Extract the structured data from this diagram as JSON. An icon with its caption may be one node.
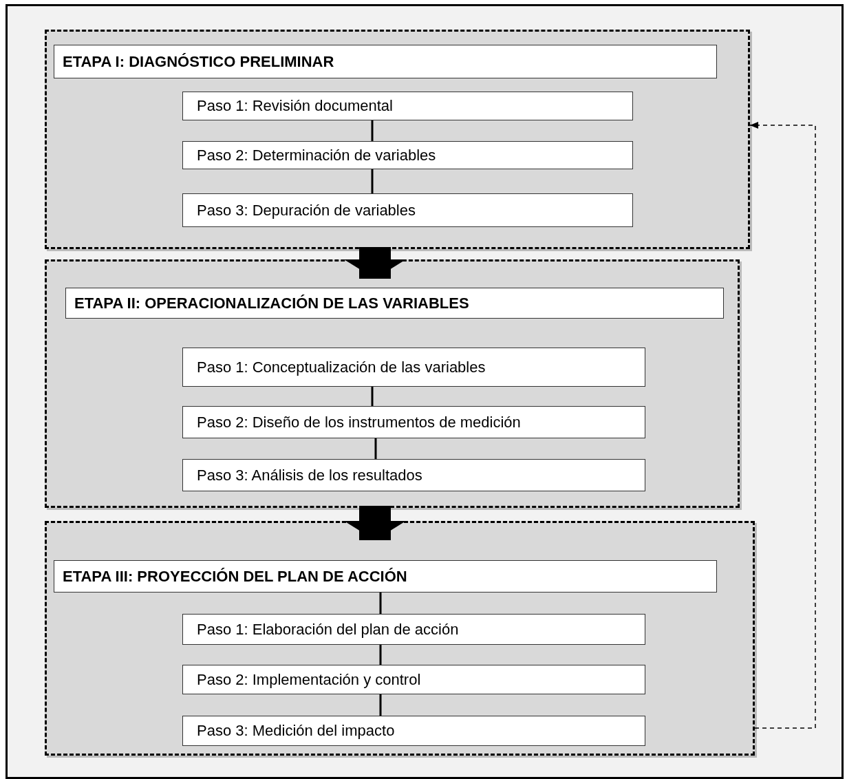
{
  "diagram": {
    "nodes": [
      {
        "text": [],
        "shape": "box"
      },
      {
        "text": [
          "ETAPA I: DIAGNÓSTICO PRELIMINAR"
        ],
        "in": 0
      },
      {
        "text": [
          "Paso 1: Revisión documental"
        ],
        "in": 0
      },
      {
        "text": [
          "Paso 2: Determinación de variables"
        ],
        "in": 0
      },
      {
        "text": [
          "Paso 3: Depuración de variables"
        ],
        "in": 0
      },
      {
        "text": [],
        "shape": "box"
      },
      {
        "text": [
          "ETAPA II: OPERACIONALIZACIÓN DE LAS VARIABLES"
        ],
        "in": 5
      },
      {
        "text": [
          "Paso 1: Conceptualización de las variables"
        ],
        "in": 5
      },
      {
        "text": [
          "Paso 2: Diseño de los instrumentos de medición"
        ],
        "in": 5
      },
      {
        "text": [
          "Paso 3: Análisis de los resultados"
        ],
        "in": 5
      },
      {
        "text": [],
        "shape": "box"
      },
      {
        "text": [
          "ETAPA III: PROYECCIÓN DEL PLAN DE ACCIÓN"
        ],
        "in": 10
      },
      {
        "text": [
          "Paso 1: Elaboración del plan de acción"
        ],
        "in": 10
      },
      {
        "text": [
          "Paso 2: Implementación y control"
        ],
        "in": 10
      },
      {
        "text": [
          "Paso 3: Medición del impacto"
        ],
        "in": 10
      }
    ],
    "edges": [
      {
        "from": 2,
        "to": 3,
        "arrow": "none"
      },
      {
        "from": 3,
        "to": 4,
        "arrow": "none"
      },
      {
        "from": 0,
        "to": 5,
        "arrow": "to",
        "style": "thick"
      },
      {
        "from": 7,
        "to": 8,
        "arrow": "none"
      },
      {
        "from": 8,
        "to": 9,
        "arrow": "none"
      },
      {
        "from": 5,
        "to": 10,
        "arrow": "to",
        "style": "thick"
      },
      {
        "from": 11,
        "to": 12,
        "arrow": "none"
      },
      {
        "from": 12,
        "to": 13,
        "arrow": "none"
      },
      {
        "from": 13,
        "to": 14,
        "arrow": "none"
      },
      {
        "from": 10,
        "to": 0,
        "arrow": "to",
        "style": "dashed"
      }
    ]
  }
}
